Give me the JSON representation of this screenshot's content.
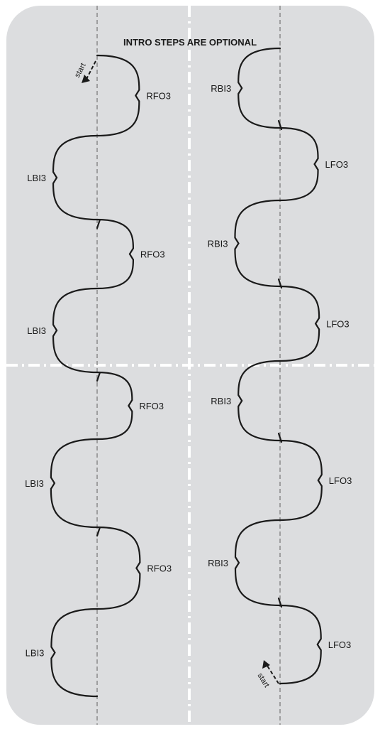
{
  "title": "INTRO STEPS ARE OPTIONAL",
  "start_label": "start",
  "colors": {
    "rink": "#dcdddf",
    "line": "#ffffff",
    "axis": "#8a8a8a",
    "tracing": "#1a1a1a"
  },
  "left_column": {
    "labels": [
      "RFO3",
      "LBI3",
      "RFO3",
      "LBI3",
      "RFO3",
      "LBI3",
      "RFO3",
      "LBI3"
    ]
  },
  "right_column": {
    "labels": [
      "RBI3",
      "LFO3",
      "RBI3",
      "LFO3",
      "RBI3",
      "LFO3",
      "RBI3",
      "LFO3"
    ]
  }
}
